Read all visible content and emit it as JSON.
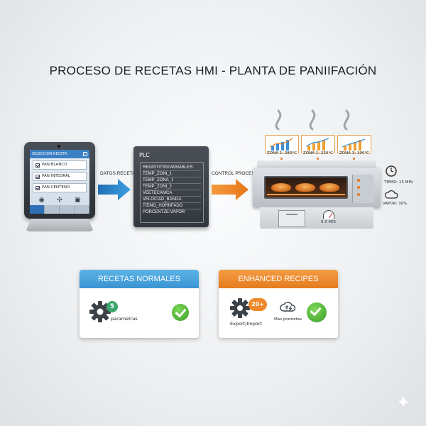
{
  "title": "PROCESO DE RECETAS HMI - PLANTA DE PANIIFACIÓN",
  "tablet": {
    "header": "SELECCIÓN RECETA",
    "recipes": [
      "PAN BLANCO",
      "PAN INTEGRAL",
      "PAN CENTENO"
    ]
  },
  "arrows": {
    "datos_receta": "DATOS RECETA",
    "control_proceso": "CONTROL PROCESO"
  },
  "plc": {
    "title": "PLC",
    "rows": [
      "REGISTITSS/VARIABLES:",
      "TEMP_ZONI_1",
      "TEMP_ZONA_1",
      "TEMP_ZONI_2",
      "VEETECAMCA",
      "VELOCIAD_BANDA",
      "TIEMO_HORNFADO",
      "PORCENTZE:VAPOR"
    ]
  },
  "oven": {
    "zones": [
      "ZONA 1: 280°C",
      "ZONA 1: 220°C",
      "ZONA 3: 190°C"
    ],
    "gauge": "0.X M/S",
    "time": "TIEMO: 15 MIN",
    "vapor": "VAPOR: 30%"
  },
  "cards": {
    "normal": {
      "title": "RECETAS NORMALES",
      "badge": "5",
      "caption": "parametras",
      "color": "#45a2dc"
    },
    "enhanced": {
      "title": "ENHANCED RECIPES",
      "badge": "20+",
      "caption_export": "Export/Import",
      "caption_more": "Mas prametas",
      "color": "#ef8a2a"
    }
  },
  "colors": {
    "blue_arrow": "#2b86c8",
    "orange_arrow": "#ee8a2a",
    "check_green": "#4caf36"
  }
}
